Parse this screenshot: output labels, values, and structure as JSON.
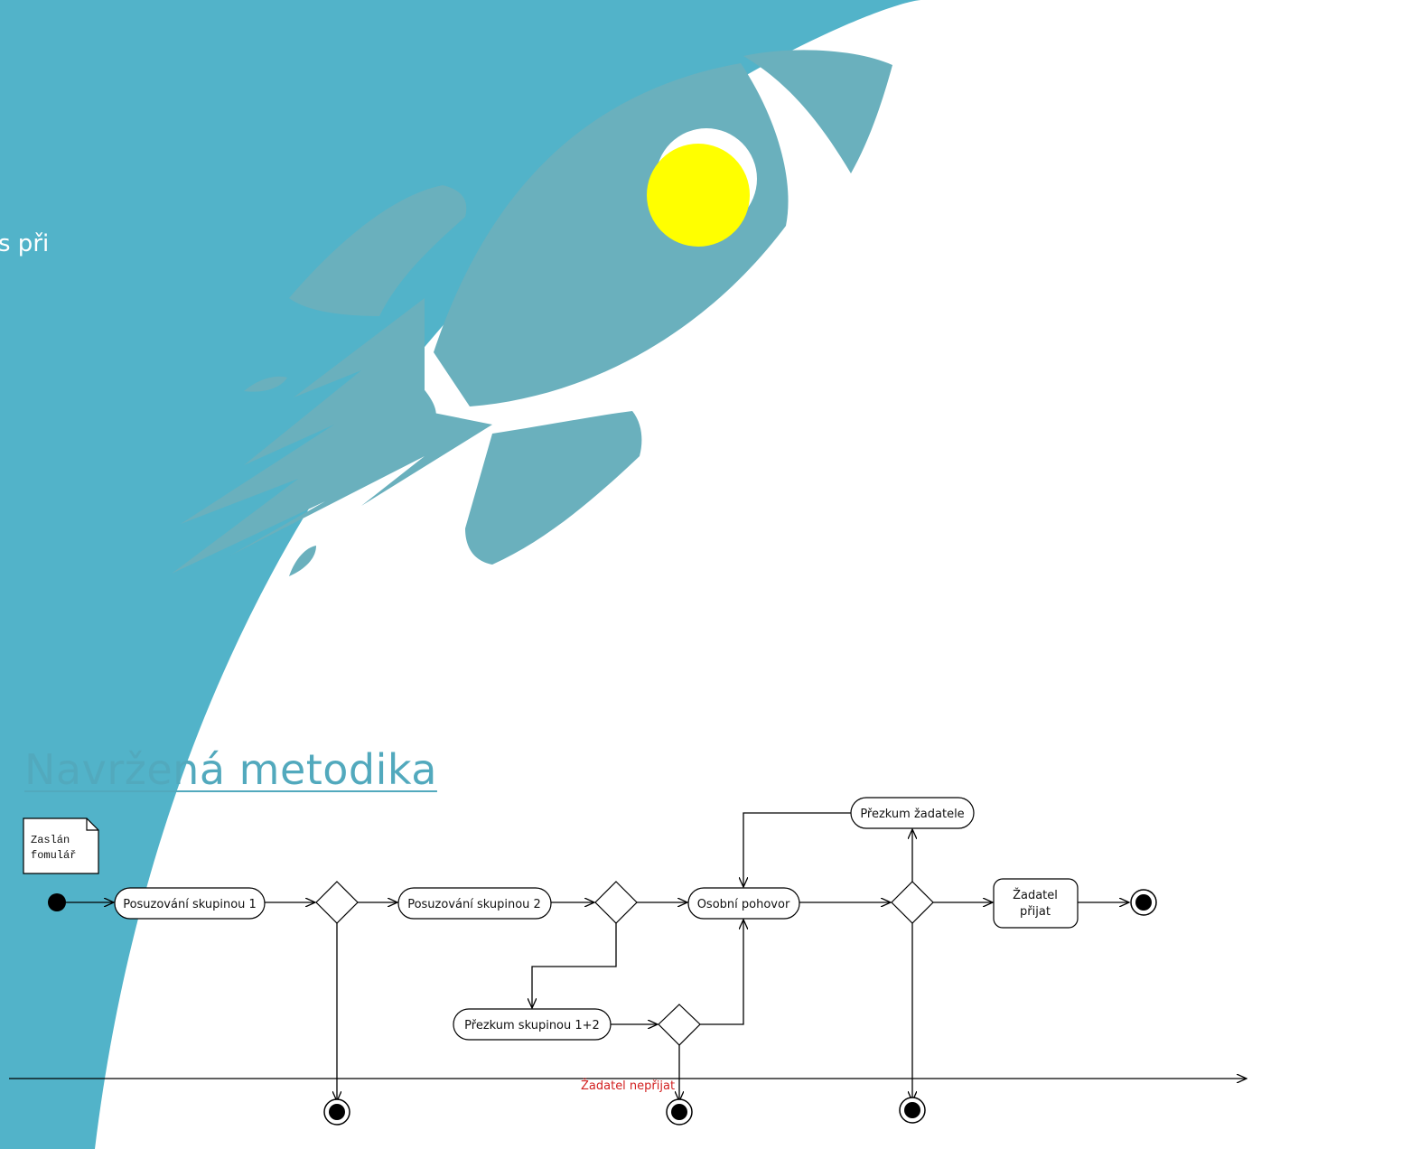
{
  "slide": {
    "side_text": "s při",
    "title": "Navržená metodika"
  },
  "colors": {
    "background": "#52b3c9",
    "panel": "#ffffff",
    "rocket": "#6ab0bd",
    "window": "#ffff00",
    "title": "#52a9bd",
    "reject_label": "#d22020"
  },
  "diagram": {
    "note": {
      "line1": "Zaslán",
      "line2": "fomulář"
    },
    "activities": {
      "group1": "Posuzování skupinou 1",
      "group2": "Posuzování skupinou 2",
      "interview": "Osobní pohovor",
      "review_applicant": "Přezkum žadatele",
      "review_group12": "Přezkum skupinou 1+2",
      "accepted_line1": "Žadatel",
      "accepted_line2": "přijat"
    },
    "rejected_label": "Žadatel nepřijat"
  }
}
